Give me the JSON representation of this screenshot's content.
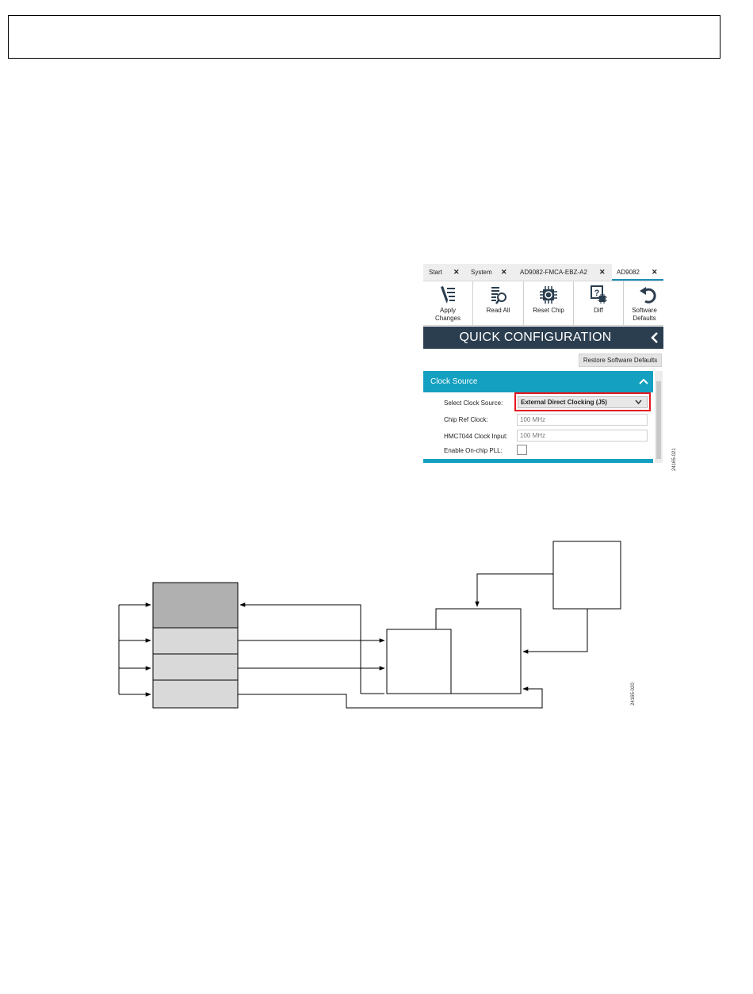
{
  "tabs": [
    {
      "label": "Start"
    },
    {
      "label": "System"
    },
    {
      "label": "AD9082-FMCA-EBZ-A2"
    },
    {
      "label": "AD9082"
    }
  ],
  "toolbar": {
    "apply": {
      "line1": "Apply",
      "line2": "Changes",
      "icon": "pencil-list-icon"
    },
    "read_all": {
      "label": "Read All",
      "icon": "read-search-icon"
    },
    "reset_chip": {
      "label": "Reset Chip",
      "icon": "chip-reset-icon"
    },
    "diff": {
      "label": "Diff",
      "icon": "question-chip-icon"
    },
    "software_defaults": {
      "line1": "Software",
      "line2": "Defaults",
      "icon": "undo-arrow-icon"
    }
  },
  "panel": {
    "title": "QUICK CONFIGURATION",
    "restore_button": "Restore Software Defaults"
  },
  "clock_source": {
    "section_title": "Clock Source",
    "select_label": "Select Clock Source:",
    "select_value": "External Direct Clocking (J5)",
    "chip_ref_label": "Chip Ref Clock:",
    "chip_ref_value": "100 MHz",
    "hmc_label": "HMC7044 Clock Input:",
    "hmc_value": "100 MHz",
    "pll_label": "Enable On-chip PLL:",
    "pll_enabled": false
  },
  "figure_tags": {
    "screenshot": "24165-021",
    "diagram": "24165-020"
  },
  "colors": {
    "accent_blue": "#14a0c0",
    "dark_header": "#2b3e4f",
    "highlight_red": "#e3161d",
    "block_dark": "#b0b0b0",
    "block_light": "#d9d9d9"
  }
}
